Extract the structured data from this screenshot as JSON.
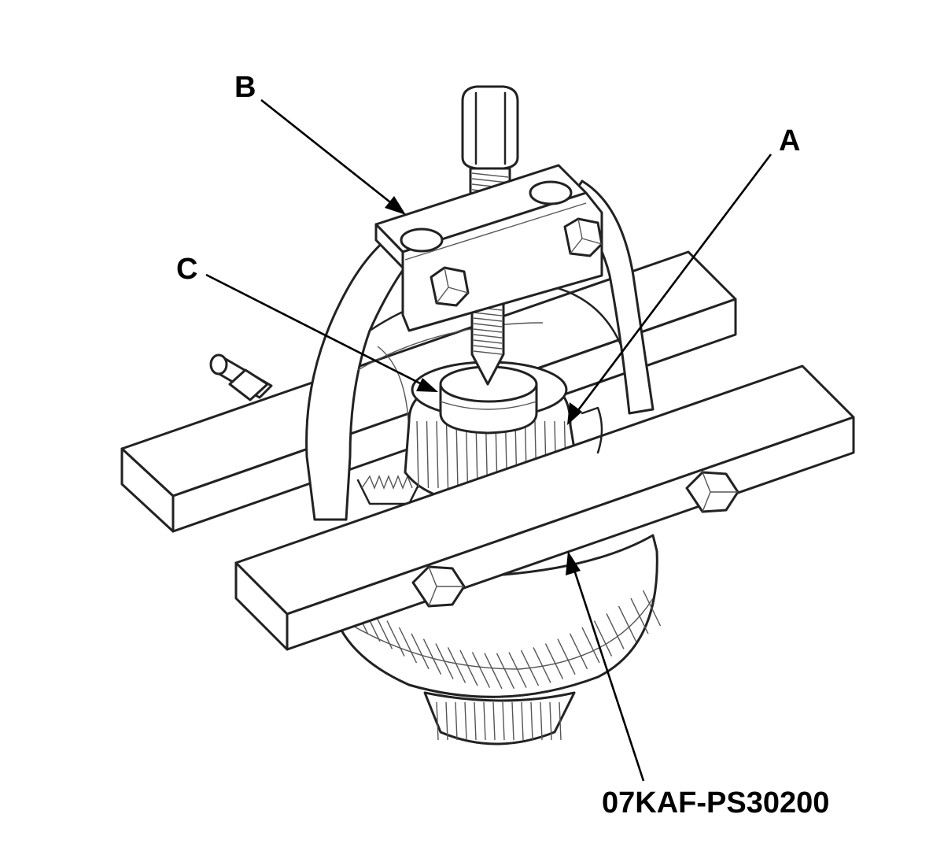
{
  "callouts": {
    "a": "A",
    "b": "B",
    "c": "C",
    "tool": "07KAF-PS30200"
  },
  "colors": {
    "line": "#222222",
    "fill": "#ffffff",
    "text": "#000000"
  }
}
